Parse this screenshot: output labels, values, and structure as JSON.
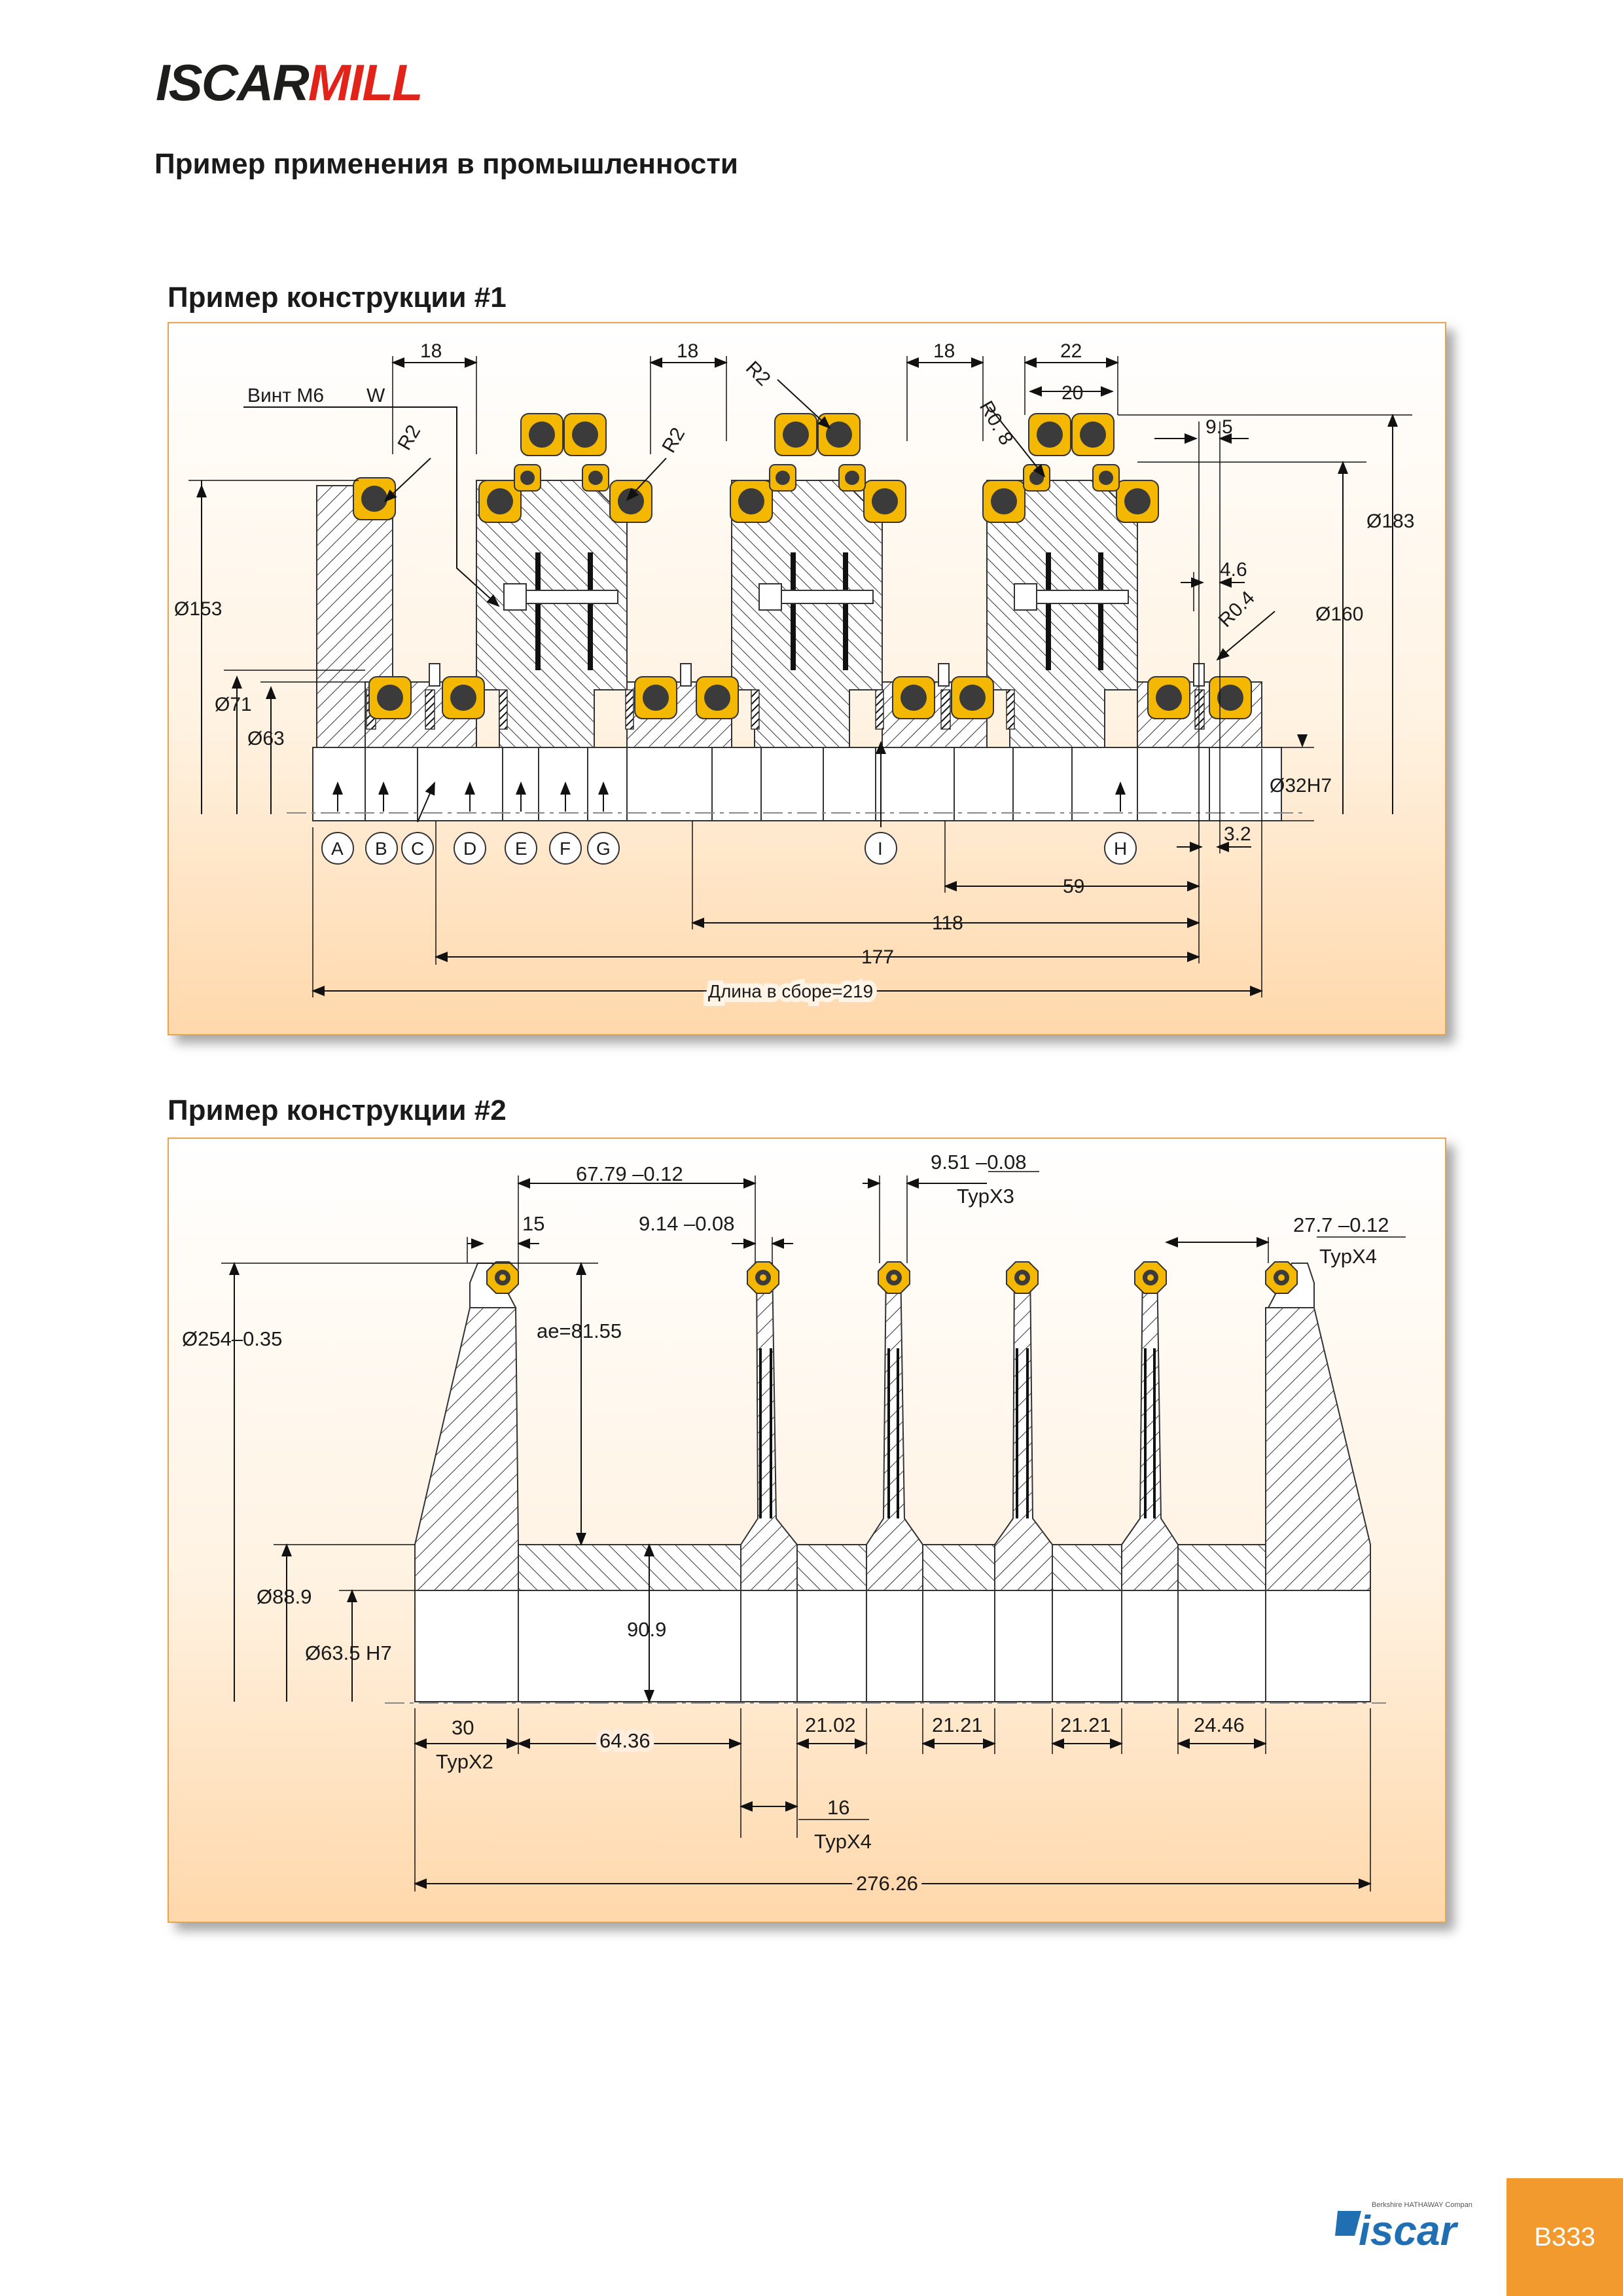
{
  "header": {
    "logo_part1": "ISCAR",
    "logo_part2": "MILL"
  },
  "page_title": "Пример применения в промышленности",
  "example1": {
    "title": "Пример конструкции #1",
    "labels": {
      "screw": "Винт М6",
      "w": "W",
      "r2_a": "R2",
      "r2_b": "R2",
      "r2_c": "R2",
      "r08": "R0. 8",
      "r04": "R0.4",
      "d18_a": "18",
      "d18_b": "18",
      "d18_c": "18",
      "d22": "22",
      "d20": "20",
      "d95": "9.5",
      "d46": "4.6",
      "d32": "3.2",
      "dia153": "Ø153",
      "dia71": "Ø71",
      "dia63": "Ø63",
      "dia183": "Ø183",
      "dia160": "Ø160",
      "dia32h7": "Ø32H7",
      "d59": "59",
      "d118": "118",
      "d177": "177",
      "total": "Длина в сборе=219"
    },
    "markers": [
      "A",
      "B",
      "C",
      "D",
      "E",
      "F",
      "G",
      "I",
      "H"
    ]
  },
  "example2": {
    "title": "Пример конструкции #2",
    "labels": {
      "d6779": "67.79 –0.12",
      "d15": "15",
      "d914": "9.14 –0.08",
      "d951": "9.51 –0.08",
      "typx3": "TypX3",
      "d277": "27.7 –0.12",
      "typx4_top": "TypX4",
      "dia254": "Ø254–0.35",
      "ae": "ae=81.55",
      "dia889": "Ø88.9",
      "dia635": "Ø63.5 H7",
      "d909": "90.9",
      "d30": "30",
      "typx2": "TypX2",
      "d6436": "64.36",
      "d2102": "21.02",
      "d2121a": "21.21",
      "d2121b": "21.21",
      "d2446": "24.46",
      "d16": "16",
      "typx4_bot": "TypX4",
      "total": "276.26"
    }
  },
  "footer": {
    "brand": "iscar",
    "group": "Berkshire HATHAWAY Company",
    "page_number": "B333"
  },
  "colors": {
    "insert": "#f5b800",
    "accent": "#f39a2e",
    "logo_red": "#e2231a",
    "panel_border": "#e7a34f"
  }
}
